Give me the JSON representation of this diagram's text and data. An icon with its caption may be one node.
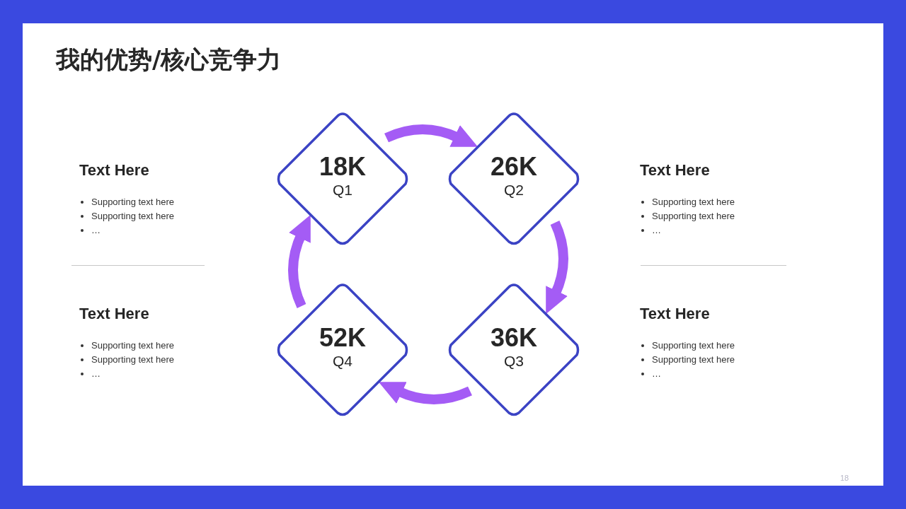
{
  "diagram": {
    "title": "我的优势/核心竞争力",
    "nodes": [
      {
        "text": [
          "18K",
          "Q1"
        ]
      },
      {
        "text": [
          "26K",
          "Q2"
        ]
      },
      {
        "text": [
          "36K",
          "Q3"
        ]
      },
      {
        "text": [
          "52K",
          "Q4"
        ]
      }
    ],
    "edges": [
      {
        "from": 0,
        "to": 1,
        "arrow": "to"
      },
      {
        "from": 1,
        "to": 2,
        "arrow": "to"
      },
      {
        "from": 2,
        "to": 3,
        "arrow": "to"
      },
      {
        "from": 3,
        "to": 0,
        "arrow": "to"
      }
    ],
    "labels": [
      "Text Here",
      "Supporting text here",
      "Supporting text here",
      "…",
      "Text Here",
      "Supporting text here",
      "Supporting text here",
      "…",
      "Text Here",
      "Supporting text here",
      "Supporting text here",
      "…",
      "Text Here",
      "Supporting text here",
      "Supporting text here",
      "…",
      "18"
    ]
  }
}
